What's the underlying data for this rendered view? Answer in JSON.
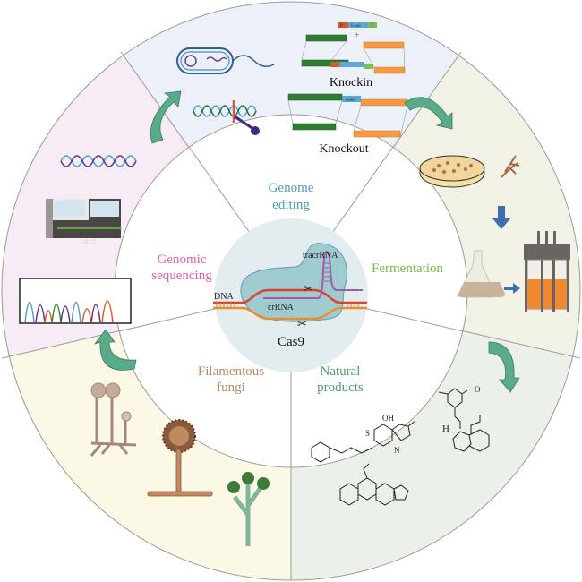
{
  "center": {
    "title": "Cas9",
    "labels": {
      "dna": "DNA",
      "tracr": "tracrRNA",
      "cr": "crRNA"
    }
  },
  "sectors": [
    {
      "id": "genome-editing",
      "label_lines": [
        "Genome",
        "editing"
      ],
      "color": "#4a9cc9",
      "fill": "#ecf0f9",
      "items": {
        "knockin": "Knockin",
        "knockout": "Knockout",
        "gene": "Gene",
        "promoter": "P",
        "terminator": "T",
        "plus": "+"
      }
    },
    {
      "id": "fermentation",
      "label_lines": [
        "Fermentation"
      ],
      "color": "#7ab648",
      "fill": "#f2f1e6"
    },
    {
      "id": "natural-products",
      "label_lines": [
        "Natural",
        "products"
      ],
      "color": "#4e9a6e",
      "fill": "#ebf1e9",
      "items": {
        "oh": "OH",
        "o": "O",
        "s": "S",
        "n": "N",
        "h": "H"
      }
    },
    {
      "id": "filamentous-fungi",
      "label_lines": [
        "Filamentous",
        "fungi"
      ],
      "color": "#b98a66",
      "fill": "#fbf8e6"
    },
    {
      "id": "genomic-sequencing",
      "label_lines": [
        "Genomic",
        "sequencing"
      ],
      "color": "#e0609a",
      "fill": "#f7ecf5",
      "items": {
        "sequencer_text": "ATCG"
      }
    }
  ],
  "colors": {
    "arrow": "#5aaa8c",
    "border": "#9a9a9a",
    "cas9_bg": "#e3ecef",
    "cas9_protein": "#9fcbd0"
  }
}
